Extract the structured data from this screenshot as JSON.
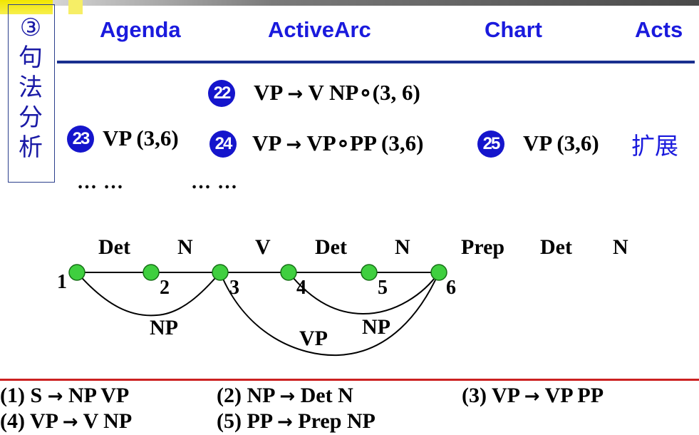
{
  "sidebar": {
    "label": "③句法分析"
  },
  "headers": [
    "Agenda",
    "ActiveArc",
    "Chart",
    "Acts"
  ],
  "items": [
    {
      "badge": "22",
      "lhs": "VP",
      "arrow": "→",
      "rhs": "V  NP∘(3, 6)"
    },
    {
      "badge": "23",
      "text": "VP (3,6)"
    },
    {
      "badge": "24",
      "lhs": "VP",
      "arrow": "→",
      "rhs": "VP∘PP (3,6)"
    },
    {
      "badge": "25",
      "text": "VP (3,6)"
    }
  ],
  "action": "扩展",
  "ellipsis": [
    "… …",
    "… …"
  ],
  "categories": [
    "Det",
    "N",
    "V",
    "Det",
    "N",
    "Prep",
    "Det",
    "N"
  ],
  "nodes": [
    "1",
    "2",
    "3",
    "4",
    "5",
    "6"
  ],
  "arcs": [
    {
      "label": "NP",
      "from": "1",
      "to": "3"
    },
    {
      "label": "VP",
      "from": "3",
      "to": "6"
    },
    {
      "label": "NP",
      "from": "4",
      "to": "6"
    }
  ],
  "rules": [
    {
      "id": "(1)",
      "lhs": "S",
      "arrow": "→",
      "rhs": "NP  VP"
    },
    {
      "id": "(2)",
      "lhs": "NP",
      "arrow": "→",
      "rhs": "Det  N"
    },
    {
      "id": "(3)",
      "lhs": "VP",
      "arrow": "→",
      "rhs": "VP  PP"
    },
    {
      "id": "(4)",
      "lhs": "VP",
      "arrow": "→",
      "rhs": "V  NP"
    },
    {
      "id": "(5)",
      "lhs": "PP",
      "arrow": "→",
      "rhs": "Prep  NP"
    }
  ],
  "colors": {
    "accent": "#1a1add",
    "node_fill": "#3fcf3f",
    "badge": "#1515cc",
    "rule_line": "#cc2222"
  }
}
